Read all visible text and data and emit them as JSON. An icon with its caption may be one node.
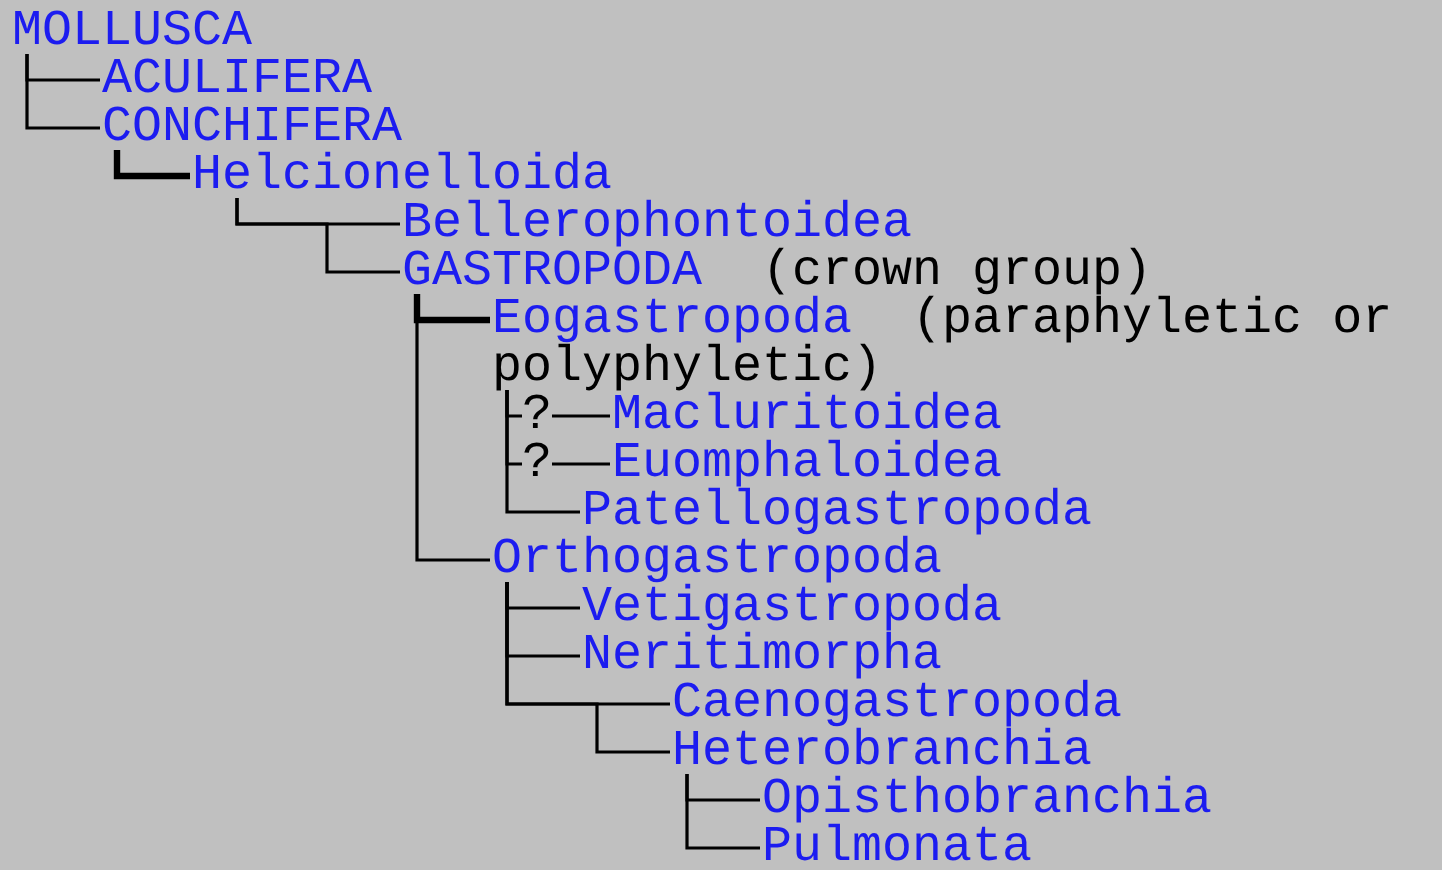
{
  "diagram": {
    "nodes": [
      {
        "text": [
          "MOLLUSCA"
        ]
      },
      {
        "text": [
          "ACULIFERA"
        ]
      },
      {
        "text": [
          "CONCHIFERA"
        ]
      },
      {
        "text": [
          "Helcionelloida"
        ]
      },
      {
        "text": [
          "Bellerophontoidea"
        ]
      },
      {
        "text": [
          "GASTROPODA"
        ],
        "beside": [
          "(crown group)"
        ]
      },
      {
        "text": [
          "Eogastropoda"
        ],
        "beside": [
          "(paraphyletic or polyphyletic)"
        ]
      },
      {
        "text": [
          "Macluritoidea"
        ]
      },
      {
        "text": [
          "Euomphaloidea"
        ]
      },
      {
        "text": [
          "Patellogastropoda"
        ]
      },
      {
        "text": [
          "Orthogastropoda"
        ]
      },
      {
        "text": [
          "Vetigastropoda"
        ]
      },
      {
        "text": [
          "Neritimorpha"
        ]
      },
      {
        "text": [
          "Caenogastropoda"
        ]
      },
      {
        "text": [
          "Heterobranchia"
        ]
      },
      {
        "text": [
          "Opisthobranchia"
        ]
      },
      {
        "text": [
          "Pulmonata"
        ]
      }
    ],
    "edges": [
      {
        "from": 0,
        "to": 1,
        "arrow": "none"
      },
      {
        "from": 0,
        "to": 2,
        "arrow": "none"
      },
      {
        "from": 2,
        "to": 3,
        "arrow": "none",
        "style": "thick"
      },
      {
        "from": 3,
        "to": 4,
        "arrow": "none"
      },
      {
        "from": 3,
        "to": 5,
        "arrow": "none"
      },
      {
        "from": 5,
        "to": 6,
        "arrow": "none",
        "style": "thick"
      },
      {
        "from": 6,
        "to": 7,
        "arrow": "none",
        "label": "?"
      },
      {
        "from": 6,
        "to": 8,
        "arrow": "none",
        "label": "?"
      },
      {
        "from": 6,
        "to": 9,
        "arrow": "none"
      },
      {
        "from": 5,
        "to": 10,
        "arrow": "none"
      },
      {
        "from": 10,
        "to": 11,
        "arrow": "none"
      },
      {
        "from": 10,
        "to": 12,
        "arrow": "none"
      },
      {
        "from": 10,
        "to": 13,
        "arrow": "none"
      },
      {
        "from": 10,
        "to": 14,
        "arrow": "none"
      },
      {
        "from": 14,
        "to": 15,
        "arrow": "none"
      },
      {
        "from": 14,
        "to": 16,
        "arrow": "none"
      }
    ]
  }
}
